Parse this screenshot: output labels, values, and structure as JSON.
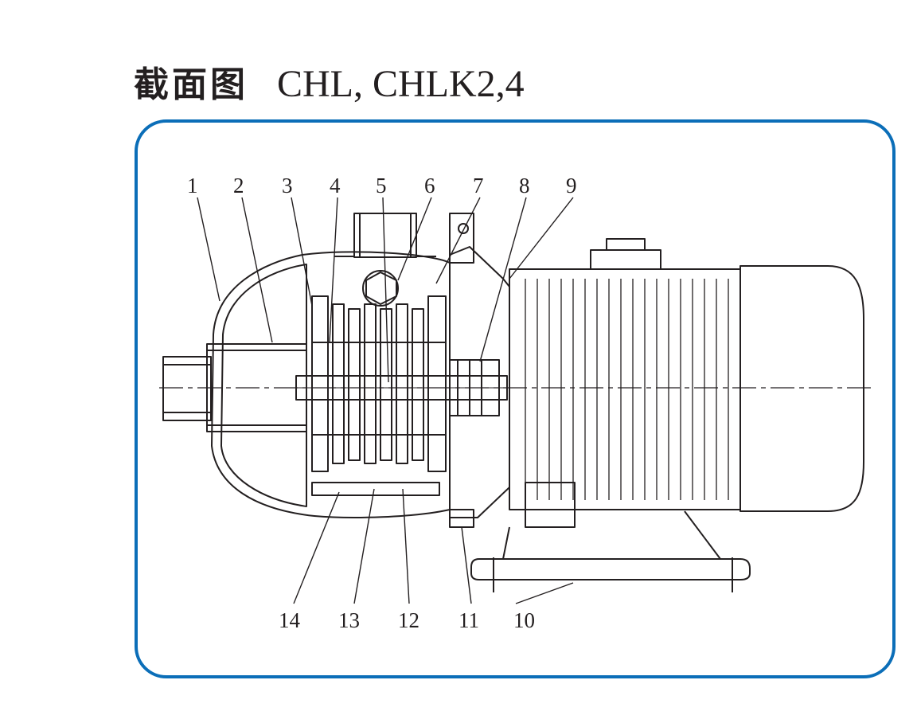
{
  "title": {
    "cn": "截面图",
    "model": "CHL, CHLK2,4"
  },
  "callouts_top": [
    "1",
    "2",
    "3",
    "4",
    "5",
    "6",
    "7",
    "8",
    "9"
  ],
  "callouts_bottom": [
    "14",
    "13",
    "12",
    "11",
    "10"
  ],
  "colors": {
    "frame": "#0b6eb8",
    "ink": "#231f20"
  }
}
